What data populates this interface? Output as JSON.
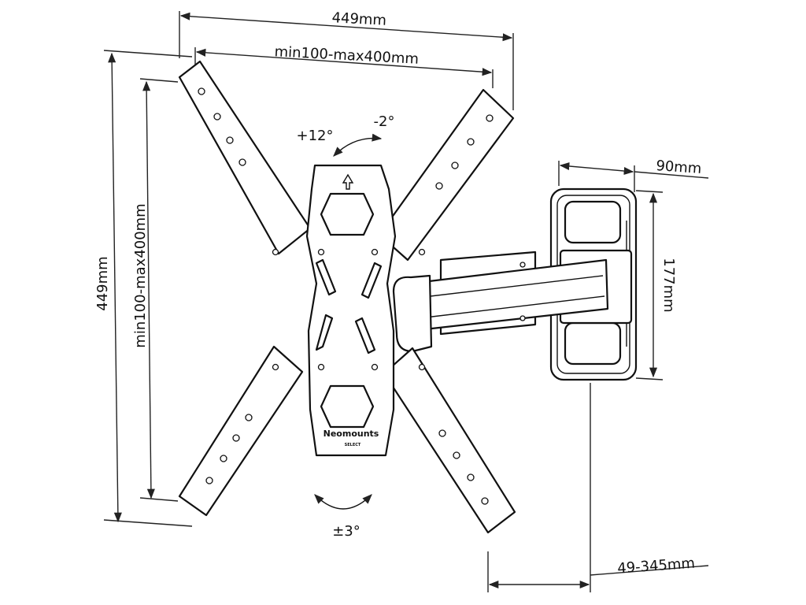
{
  "dimensions": {
    "plate_width": "449mm",
    "vesa_horizontal": "min100-max400mm",
    "plate_height": "449mm",
    "vesa_vertical": "min100-max400mm",
    "wall_plate_width": "90mm",
    "wall_plate_height": "177mm",
    "arm_extension": "49-345mm"
  },
  "angles": {
    "tilt_up": "+12°",
    "tilt_down": "-2°",
    "rotation": "±3°"
  },
  "brand": {
    "name": "Neomounts",
    "sub": "SELECT"
  }
}
